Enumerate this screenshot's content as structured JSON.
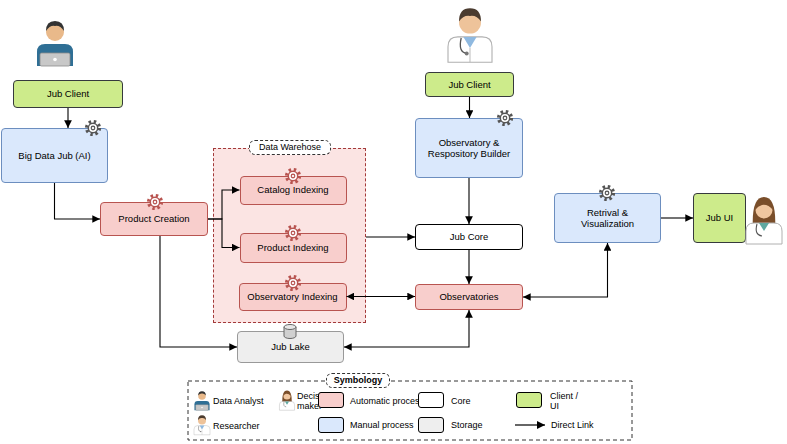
{
  "diagram": {
    "nodes": [
      {
        "text": [
          "Jub Client"
        ]
      },
      {
        "text": [
          "Big Data Jub (AI)"
        ]
      },
      {
        "text": [
          "Product Creation"
        ]
      },
      {
        "text": [
          "Data Warehose"
        ]
      },
      {
        "text": [
          "Catalog Indexing"
        ],
        "in": 3
      },
      {
        "text": [
          "Product Indexing"
        ],
        "in": 3
      },
      {
        "text": [
          "Observatory Indexing"
        ],
        "in": 3
      },
      {
        "text": [
          "Jub Lake"
        ]
      },
      {
        "text": [
          "Jub Client"
        ]
      },
      {
        "text": [
          "Observatory & Respository Builder"
        ]
      },
      {
        "text": [
          "Jub Core"
        ]
      },
      {
        "text": [
          "Observatories"
        ]
      },
      {
        "text": [
          "Retrival & Visualization"
        ]
      },
      {
        "text": [
          "Jub UI"
        ]
      }
    ],
    "edges": [
      {
        "from": 0,
        "to": 1,
        "arrow": "to"
      },
      {
        "from": 1,
        "to": 2,
        "arrow": "to"
      },
      {
        "from": 2,
        "to": 4,
        "arrow": "to"
      },
      {
        "from": 2,
        "to": 5,
        "arrow": "to"
      },
      {
        "from": 2,
        "to": 7,
        "arrow": "to"
      },
      {
        "from": 3,
        "to": 10,
        "arrow": "to"
      },
      {
        "from": 6,
        "to": 11,
        "arrow": "both"
      },
      {
        "from": 7,
        "to": 11,
        "arrow": "both"
      },
      {
        "from": 8,
        "to": 9,
        "arrow": "to"
      },
      {
        "from": 9,
        "to": 10,
        "arrow": "to"
      },
      {
        "from": 10,
        "to": 11,
        "arrow": "to"
      },
      {
        "from": 11,
        "to": 12,
        "arrow": "both"
      },
      {
        "from": 12,
        "to": 13,
        "arrow": "to"
      }
    ],
    "labels": [
      "Symbology"
    ],
    "legend": [
      {
        "text": "Data Analyst"
      },
      {
        "text": "Decision maker"
      },
      {
        "text": "Automatic process",
        "color": "#f8cecc"
      },
      {
        "text": "Core",
        "color": "#ffffff"
      },
      {
        "text": "Client / UI",
        "color": "#cdeb8b"
      },
      {
        "text": "Researcher"
      },
      {
        "text": "Manual process",
        "color": "#dae8fc"
      },
      {
        "text": "Storage",
        "color": "#eeeeee"
      },
      {
        "text": "Direct Link"
      }
    ]
  }
}
